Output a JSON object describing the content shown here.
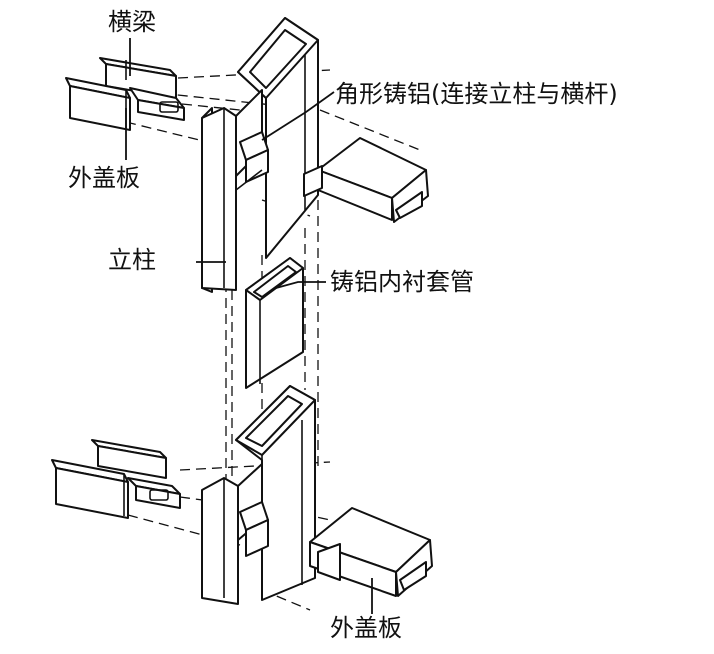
{
  "labels": {
    "crossbeam": "横梁",
    "angle_cast_aluminum": "角形铸铝(连接立柱与横杆)",
    "outer_cover_top": "外盖板",
    "column": "立柱",
    "cast_aluminum_sleeve": "铸铝内衬套管",
    "outer_cover_bottom": "外盖板"
  },
  "colors": {
    "line": "#111111",
    "background": "#ffffff"
  }
}
